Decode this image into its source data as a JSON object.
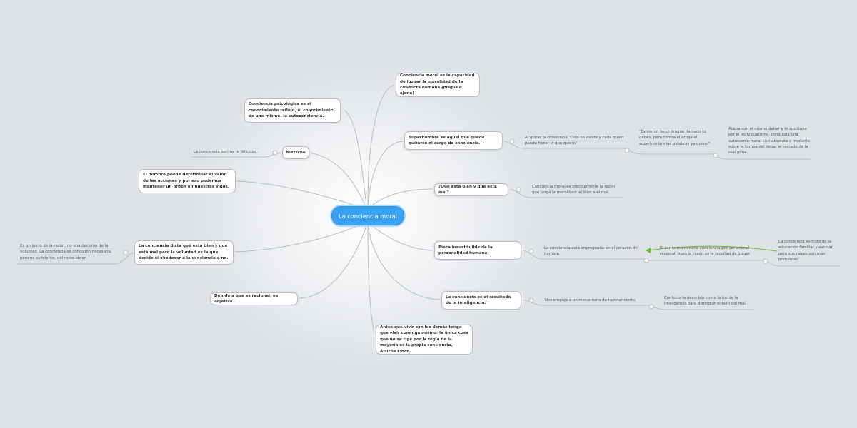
{
  "mindmap": {
    "root": "La conciencia moral",
    "right": [
      {
        "label": "Conciencia moral es la capacidad de juzgar la moralidad de la conducta humana (propia o ajena)"
      },
      {
        "label": "Superhombre es aquel que puede quitarse el cargo de conciencia.",
        "children": [
          "Al quitar la conciencia \"Dios no existe y cada quien puede hacer lo que quiera\"",
          "\"Existe un feroz dragón llamado tú debes, pero contra el arroja el superhombre las palabras yo quiero\"",
          "Acaba con el mismo deber  y lo sustituye por el individualismo, conquista una autonomía moral casi absoluta e implanta sobre la tumba del deber el reinado de la real gana."
        ]
      },
      {
        "label": "¿Qué está bien y que está mal?",
        "children": [
          "Conciencia moral es precisamente la razón que juzga la moralidad: el bien o el mal."
        ]
      },
      {
        "label": "Pieza insustituible de la personalidad humana",
        "children": [
          "La conciencia está impregnada en el corazón del hombre.",
          "El ser humano tiene conciencia por ser animal racional, pues la razón es la facultad de juzgar.",
          "La conciencia es fruto  de la educación familiar y escolar, pero sus raíces son más profundas."
        ]
      },
      {
        "label": "La conciencia es el resultado de la inteligencia.",
        "children": [
          "Nos empuja a un mecanismo de razonamiento.",
          "Confucio la describía como la luz de la inteligencia para distinguir el bien del mal."
        ]
      },
      {
        "label": "Antes que vivir con los demás tengo que vivir conmigo mismo: la única cosa que no se rige por la regla de la mayoría es la propia conciencia. Átticus Finch"
      }
    ],
    "left": [
      {
        "label": "Conciencia psicológica es el conocimiento reflejo, el conocimiento de uno mismo. la autoconciencia."
      },
      {
        "label": "Nietzche",
        "children": [
          "La conciencia oprime la felicidad."
        ]
      },
      {
        "label": "El hombre puede determinar el valor de las acciones y por eso podemos mantener un orden en nuestras vidas."
      },
      {
        "label": "La conciencia dicta qué está bien y que está mal pero la voluntad es la que decide si obedecer a la conciencia o no.",
        "children": [
          "Es un juicio de la razón, no una decisión de la voluntad. La conciencia es condición necesaria, pero no suficiente, del recto obrar."
        ]
      },
      {
        "label": "Debido a que es racional, es objetiva."
      }
    ]
  },
  "colors": {
    "root_fill": "#3aa2f2",
    "link": "#b9bdc2",
    "relationship_arrow": "#6bbf2e"
  }
}
